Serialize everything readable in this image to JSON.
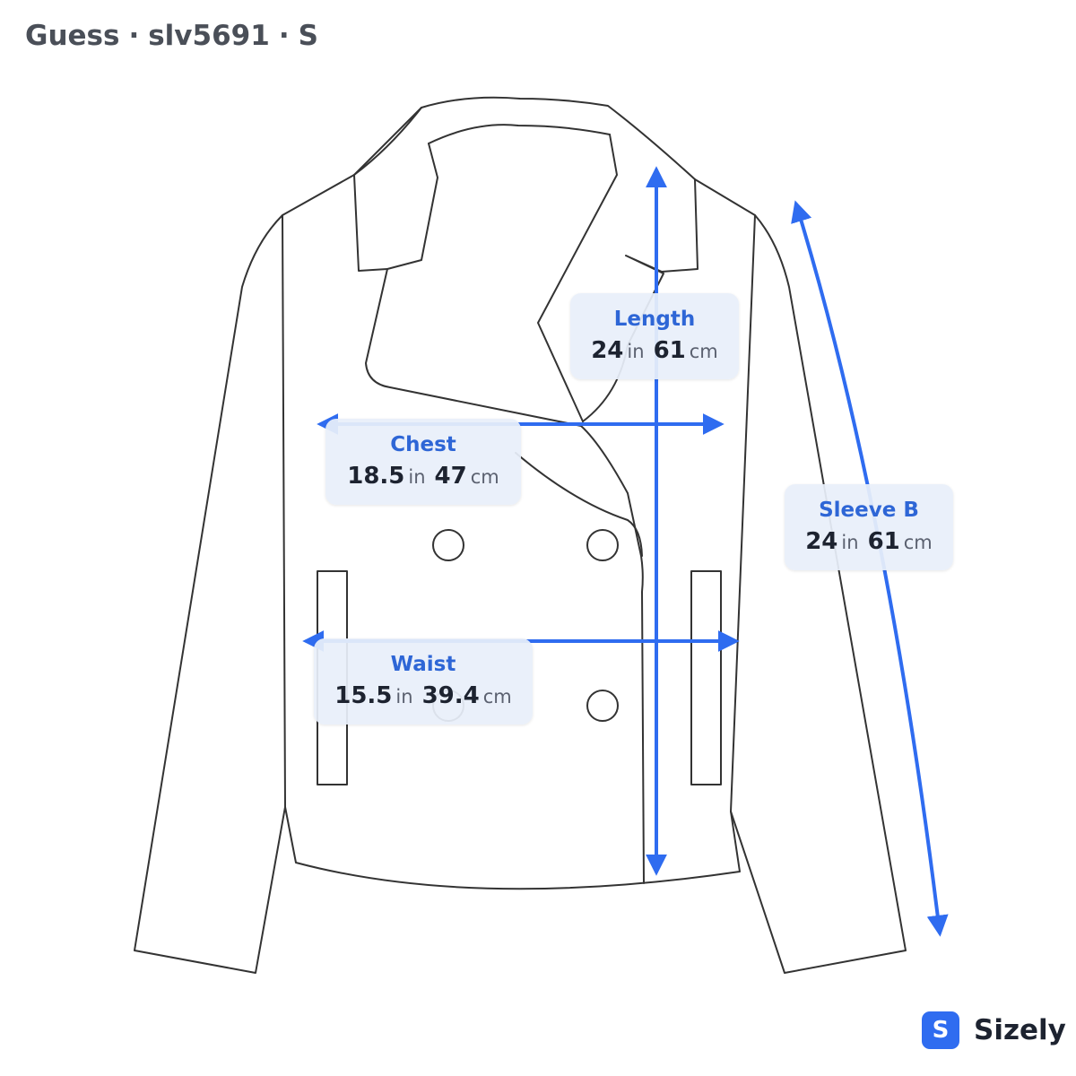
{
  "header": {
    "brand": "Guess",
    "separator": "·",
    "sku": "slv5691",
    "size": "S"
  },
  "measurements": {
    "length": {
      "label": "Length",
      "in_value": "24",
      "in_unit": "in",
      "cm_value": "61",
      "cm_unit": "cm"
    },
    "chest": {
      "label": "Chest",
      "in_value": "18.5",
      "in_unit": "in",
      "cm_value": "47",
      "cm_unit": "cm"
    },
    "sleeve": {
      "label": "Sleeve B",
      "in_value": "24",
      "in_unit": "in",
      "cm_value": "61",
      "cm_unit": "cm"
    },
    "waist": {
      "label": "Waist",
      "in_value": "15.5",
      "in_unit": "in",
      "cm_value": "39.4",
      "cm_unit": "cm"
    }
  },
  "logo": {
    "badge_letter": "S",
    "name": "Sizely"
  },
  "colors": {
    "accent": "#2f6cf0",
    "outline": "#333333",
    "label_bg": "#e8effa",
    "header_text": "#4a4f58"
  }
}
